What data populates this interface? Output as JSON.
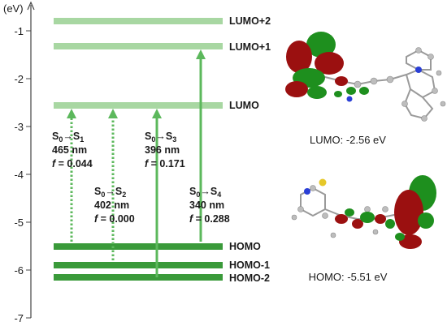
{
  "axis": {
    "unit": "(eV)",
    "ticks": [
      "-1",
      "-2",
      "-3",
      "-4",
      "-5",
      "-6",
      "-7"
    ]
  },
  "levels": {
    "lumo2": "LUMO+2",
    "lumo1": "LUMO+1",
    "lumo": "LUMO",
    "homo": "HOMO",
    "homo1": "HOMO-1",
    "homo2": "HOMO-2"
  },
  "transitions": [
    {
      "from": "S",
      "from_sub": "0",
      "arrow": "→",
      "to": "S",
      "to_sub": "1",
      "wavelength": "465 nm",
      "f_symbol": "f",
      "f_value": " = 0.044"
    },
    {
      "from": "S",
      "from_sub": "0",
      "arrow": "→",
      "to": "S",
      "to_sub": "2",
      "wavelength": "402 nm",
      "f_symbol": "f",
      "f_value": " = 0.000"
    },
    {
      "from": "S",
      "from_sub": "0",
      "arrow": "→",
      "to": "S",
      "to_sub": "3",
      "wavelength": "396 nm",
      "f_symbol": "f",
      "f_value": " = 0.171"
    },
    {
      "from": "S",
      "from_sub": "0",
      "arrow": "→",
      "to": "S",
      "to_sub": "4",
      "wavelength": "340 nm",
      "f_symbol": "f",
      "f_value": " = 0.288"
    }
  ],
  "orbital_labels": {
    "lumo": "LUMO: -2.56 eV",
    "homo": "HOMO: -5.51 eV"
  },
  "colors": {
    "lumo_levels": "#a8d7a2",
    "homo_levels": "#3a9a3a",
    "arrow": "#5cb85c",
    "lobe_red": "#9b1010",
    "lobe_green": "#1e8f1e",
    "atom_n": "#2a3fd6",
    "atom_s": "#e6c82a"
  }
}
